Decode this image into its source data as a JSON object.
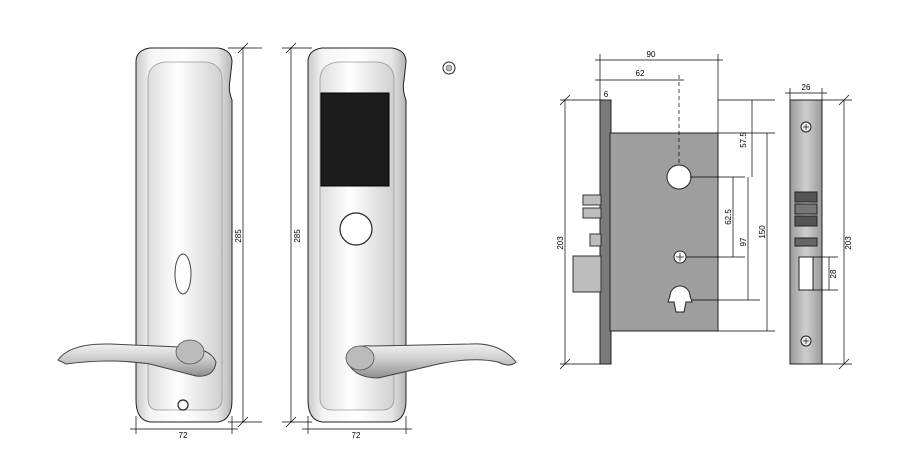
{
  "front_plate": {
    "height_label": "285",
    "width_label": "72"
  },
  "card_plate": {
    "height_label": "285",
    "width_label": "72"
  },
  "mortise_side": {
    "top_width_label": "90",
    "backset_label": "62",
    "faceplate_thickness_label": "6",
    "total_height_label": "203",
    "top_offset_label": "57.5",
    "spindle_cylinder_label": "62.5",
    "spindle_bottom_label": "97",
    "body_height_label": "150"
  },
  "mortise_face": {
    "width_label": "26",
    "height_label": "203",
    "opening_label": "28"
  }
}
